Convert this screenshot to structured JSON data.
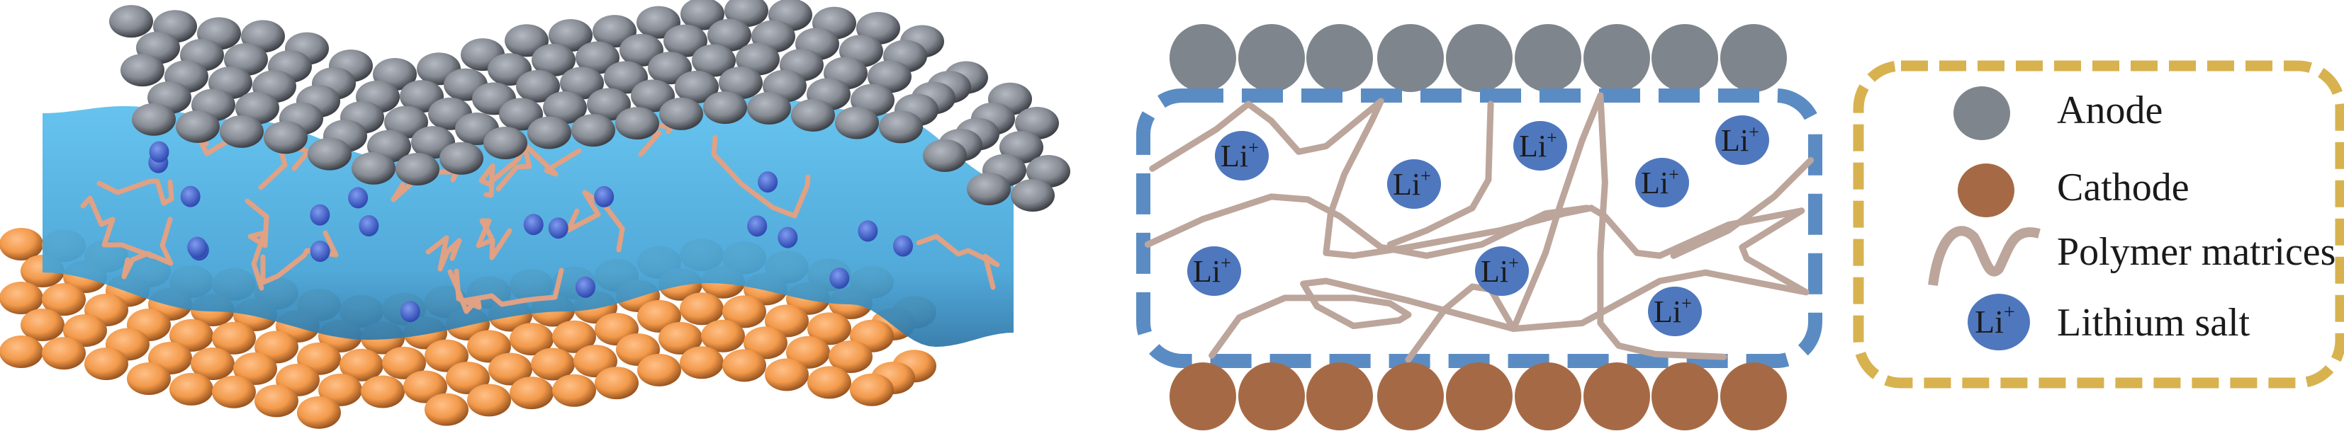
{
  "ion_label": {
    "base": "Li",
    "charge": "+"
  },
  "legend": {
    "items": [
      {
        "key": "anode",
        "label": "Anode"
      },
      {
        "key": "cathode",
        "label": "Cathode"
      },
      {
        "key": "polymer",
        "label": "Polymer matrices"
      },
      {
        "key": "lithium",
        "label": "Lithium salt"
      }
    ]
  },
  "colors": {
    "anode": "#7f858c",
    "cathode": "#a56a45",
    "polymer": "#bca59b",
    "lithium": "#4f77bd",
    "electrolyte_border": "#5a8cc3",
    "legend_border": "#d7b24f",
    "render_anode": "#8a8f98",
    "render_cathode": "#f2994a",
    "render_electrolyte": "#4fb0e0",
    "render_polymer": "#e0a184",
    "render_ion": "#3c5fd0"
  }
}
